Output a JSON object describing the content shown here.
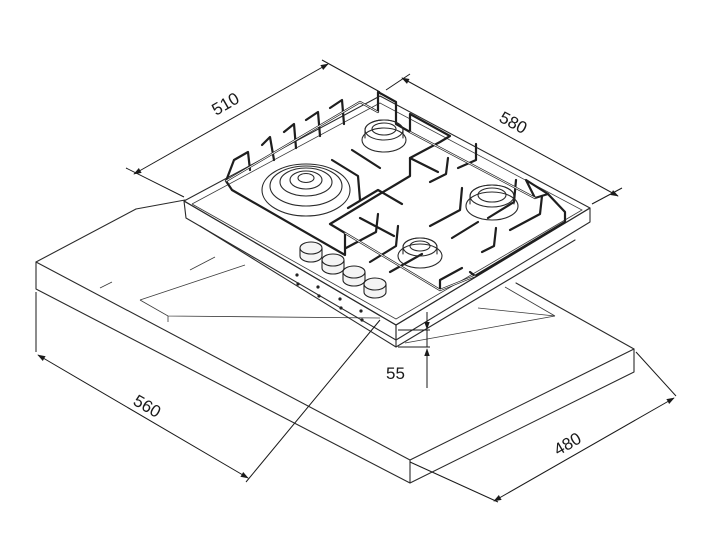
{
  "dimensions": {
    "hob_width": "510",
    "hob_depth": "580",
    "hob_height": "55",
    "cutout_width": "560",
    "cutout_depth": "480"
  }
}
